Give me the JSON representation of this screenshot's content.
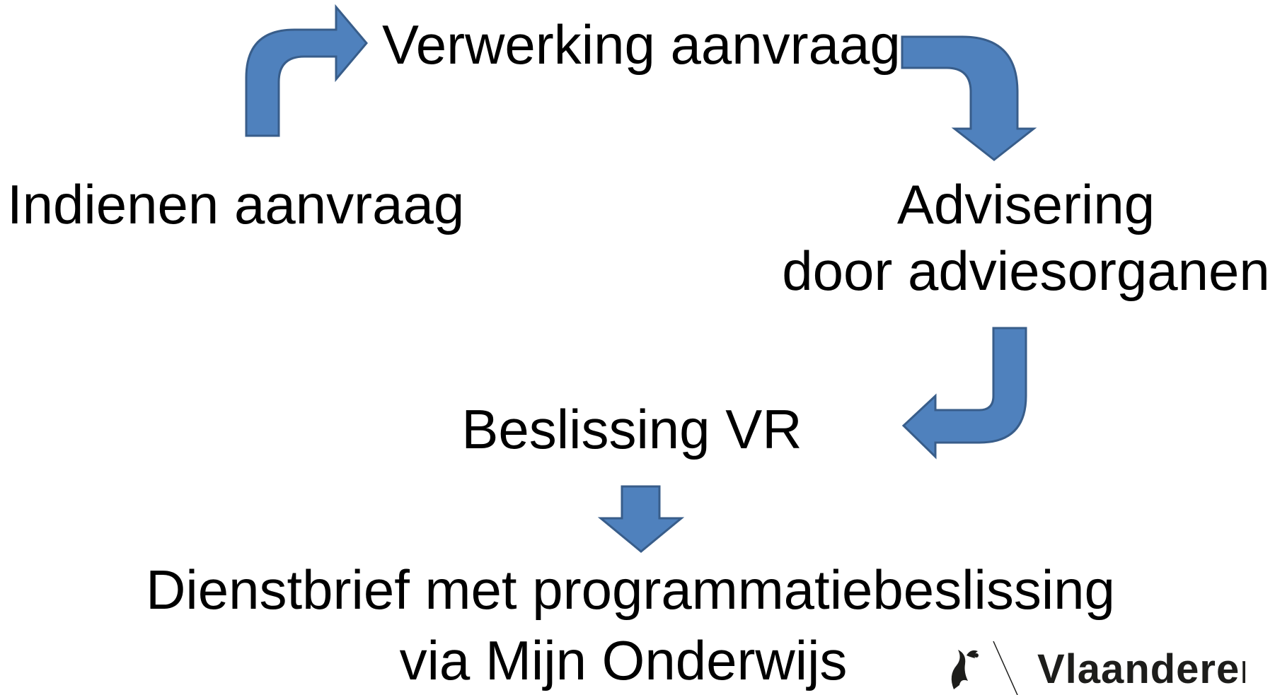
{
  "steps": {
    "verwerking": "Verwerking aanvraag",
    "indienen": "Indienen aanvraag",
    "advisering_line1": "Advisering",
    "advisering_line2": "door adviesorganen",
    "beslissing": "Beslissing VR",
    "dienstbrief_line1": "Dienstbrief met programmatiebeslissing",
    "dienstbrief_line2": "via Mijn Onderwijs"
  },
  "logo": {
    "text": "Vlaanderen",
    "icon": "flemish-lion-icon"
  },
  "colors": {
    "arrow_fill": "#4f81bd",
    "arrow_stroke": "#385d8a"
  }
}
